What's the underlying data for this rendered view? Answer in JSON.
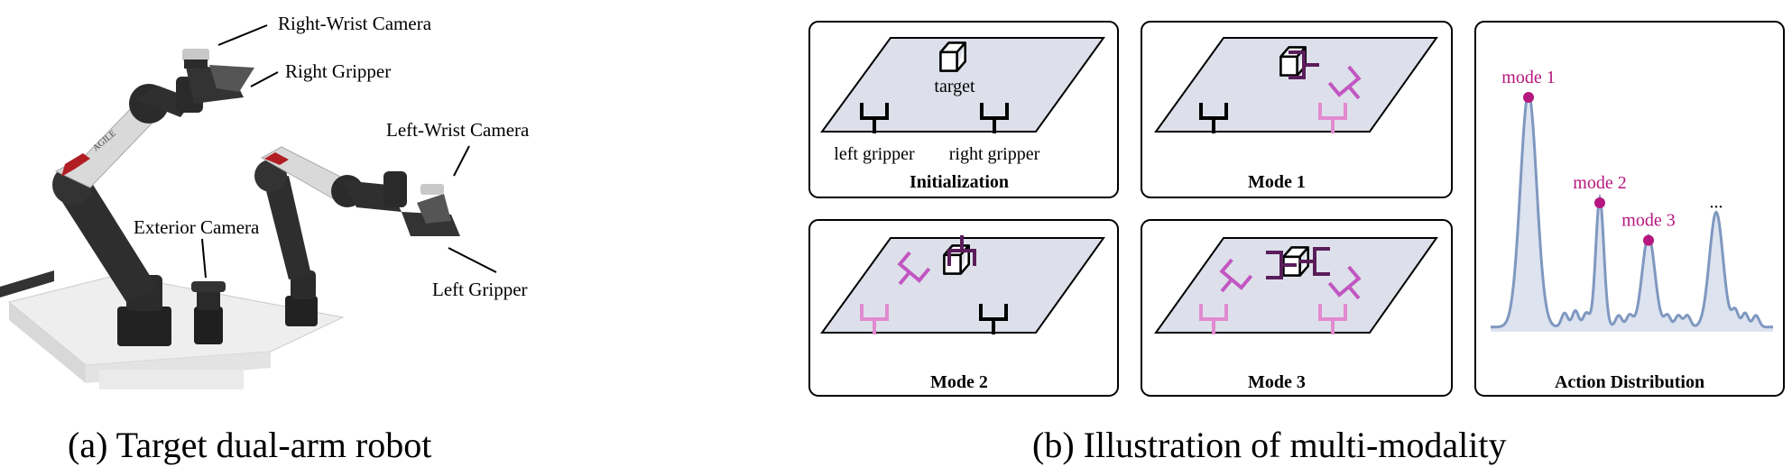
{
  "robot": {
    "callouts": {
      "right_wrist_camera": "Right-Wrist Camera",
      "right_gripper": "Right Gripper",
      "left_wrist_camera": "Left-Wrist Camera",
      "exterior_camera": "Exterior Camera",
      "left_gripper": "Left Gripper"
    },
    "arm_brand": "AGILE",
    "caption": "(a) Target dual-arm robot"
  },
  "modality": {
    "panels": {
      "initialization": {
        "title": "Initialization",
        "target_label": "target",
        "left_gripper_label": "left gripper",
        "right_gripper_label": "right gripper"
      },
      "mode1": {
        "title": "Mode 1"
      },
      "mode2": {
        "title": "Mode 2"
      },
      "mode3": {
        "title": "Mode 3"
      }
    },
    "distribution": {
      "title": "Action Distribution",
      "peaks": [
        {
          "label": "mode 1",
          "height": 1.0
        },
        {
          "label": "mode 2",
          "height": 0.55
        },
        {
          "label": "mode 3",
          "height": 0.39
        },
        {
          "label": "...",
          "height": 0.49
        }
      ]
    },
    "caption": "(b) Illustration of multi-modality",
    "colors": {
      "plane_fill": "#dde0ea",
      "gripper_active": "#000000",
      "gripper_ghost": "#e28ad0",
      "gripper_mode": "#c256c2",
      "mode_accent": "#b5177e",
      "curve_stroke": "#7f98c0",
      "curve_fill": "#dde3ef"
    }
  }
}
